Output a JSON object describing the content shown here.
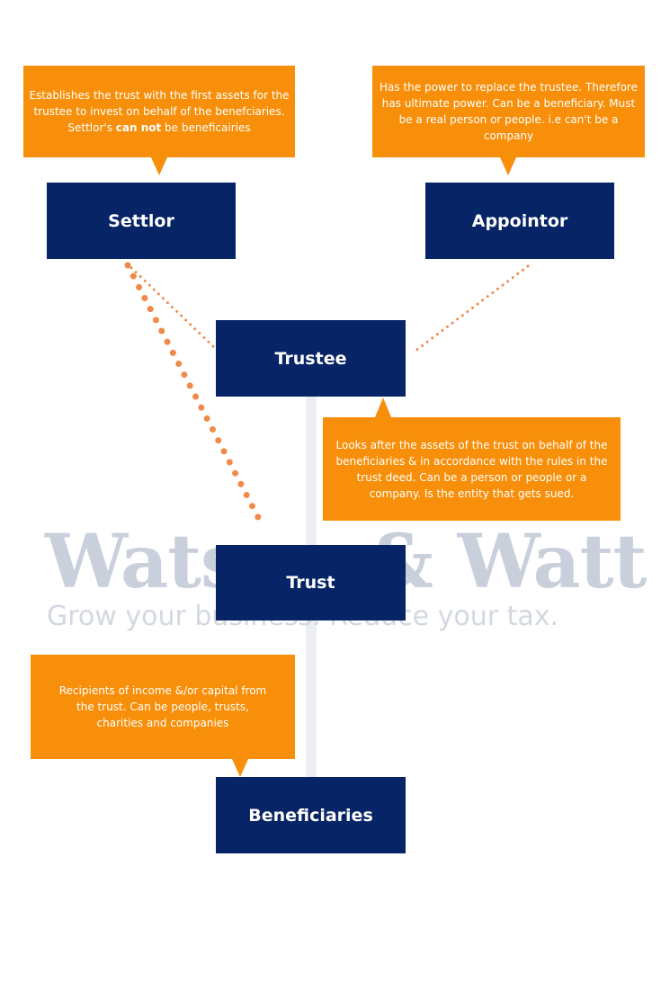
{
  "watermark": {
    "title": "Watson & Watt",
    "tagline": "Grow your business. Reduce your tax."
  },
  "nodes": {
    "settlor": "Settlor",
    "appointor": "Appointor",
    "trustee": "Trustee",
    "trust": "Trust",
    "beneficiaries": "Beneficiaries"
  },
  "callouts": {
    "settlor": {
      "line1": "Establishes the trust with the first assets for the trustee to invest on behalf of the benefciaries.",
      "prefix": "Settlor's ",
      "emphasis": "can not",
      "suffix": " be beneficairies"
    },
    "appointor": "Has the power to replace the trustee. Therefore has ultimate power. Can be a beneficiary. Must be a real person or people. i.e can't be a company",
    "trustee": "Looks after the assets of the trust on behalf of the beneficiaries & in accordance with the rules in the trust deed. Can be a person or people or a company. Is the entity that gets sued.",
    "beneficiaries": "Recipients of income &/or capital from the trust.  Can be people, trusts, charities and companies"
  },
  "colors": {
    "node": "#062466",
    "callout": "#f78f0a",
    "connector": "#f08a4b",
    "watermark": "#c9d0dc"
  }
}
